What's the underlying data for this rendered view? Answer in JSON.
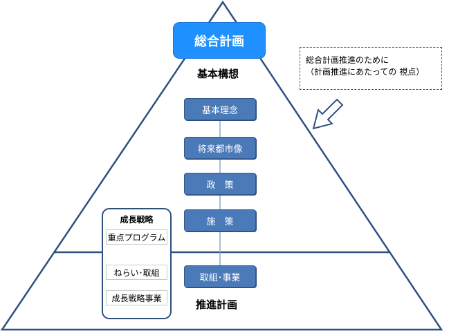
{
  "plan": {
    "title": "総合計画"
  },
  "basic_concept_label": "基本構想",
  "promotion_plan_label": "推進計画",
  "note": {
    "line1": "総合計画推進のために",
    "line2": "（計画推進にあたっての 視点）"
  },
  "hierarchy": {
    "basic_philosophy": "基本理念",
    "future_vision": "将来都市像",
    "policy": "政　策",
    "measures": "施　策",
    "initiatives": "取組･事業"
  },
  "growth_strategy": {
    "title": "成長戦略",
    "items": [
      "重点プログラム",
      "ねらい･取組",
      "成長戦略事業"
    ]
  },
  "colors": {
    "plan_box": "#1e90ff",
    "node_fill": "#4a7ab8",
    "outline": "#2f4f7f",
    "arrow_fill": "#ffffff"
  }
}
